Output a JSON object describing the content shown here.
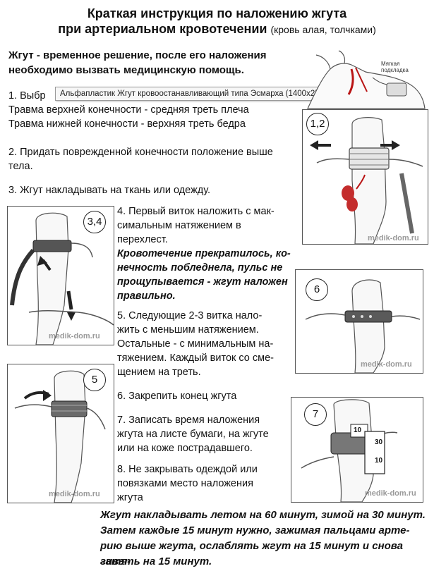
{
  "header": {
    "title_line1": "Краткая инструкция по наложению жгута",
    "title_line2": "при артериальном кровотечении",
    "title_note": "(кровь алая, толчками)"
  },
  "intro": {
    "line1": "Жгут - временное решение, после его наложения",
    "line2": "необходимо вызвать медицинскую помощь."
  },
  "steps": {
    "s1_line1_prefix": "1. Выбр",
    "s1_line2": "Травма верхней конечности - средняя треть плеча",
    "s1_line3": "Травма нижней конечности - верхняя треть бедра",
    "s2_line1": "2. Придать поврежденной конечности положение выше",
    "s2_line2": "тела.",
    "s3_line1": "3. Жгут накладывать на ткань или одежду.",
    "s4_line1": "4. Первый виток наложить с мак-",
    "s4_line2": "симальным натяжением в",
    "s4_line3": "перехлест.",
    "s4_b1": "Кровотечение прекратилось, ко-",
    "s4_b2": "нечность побледнела, пульс не",
    "s4_b3": "прощупывается - жгут наложен",
    "s4_b4": "правильно.",
    "s5_line1": "5. Следующие 2-3 витка нало-",
    "s5_line2": "жить с меньшим натяжением.",
    "s5_line3": "Остальные - с минимальным на-",
    "s5_line4": "тяжением. Каждый виток со сме-",
    "s5_line5": "щением на треть.",
    "s6_line1": "6. Закрепить конец жгута",
    "s7_line1": "7. Записать время наложения",
    "s7_line2": "жгута на листе бумаги, на жгуте",
    "s7_line3": "или  на коже пострадавшего.",
    "s8_line1": "8. Не закрывать одеждой или",
    "s8_line2": "повязками место наложения",
    "s8_line3": "жгута"
  },
  "tooltip": {
    "text": "Альфапластик Жгут кровоостанавливающий типа Эсмарха (1400х25 см)"
  },
  "figures": {
    "fig1_label": "Мягкая подкладка",
    "badge_12": "1,2",
    "badge_34": "3,4",
    "badge_5": "5",
    "badge_6": "6",
    "badge_7": "7",
    "watermark": "medik-dom.ru",
    "note_10": "10",
    "note_30": "30"
  },
  "footer": {
    "line1": "Жгут накладывать летом на 60 минут, зимой на 30 минут.",
    "line2": "Затем каждые 15 минут нужно, зажимая пальцами арте-",
    "line3": "рию выше жгута, ослаблять жгут на 15 минут и снова затя-",
    "line4": "гивать на 15 минут."
  }
}
